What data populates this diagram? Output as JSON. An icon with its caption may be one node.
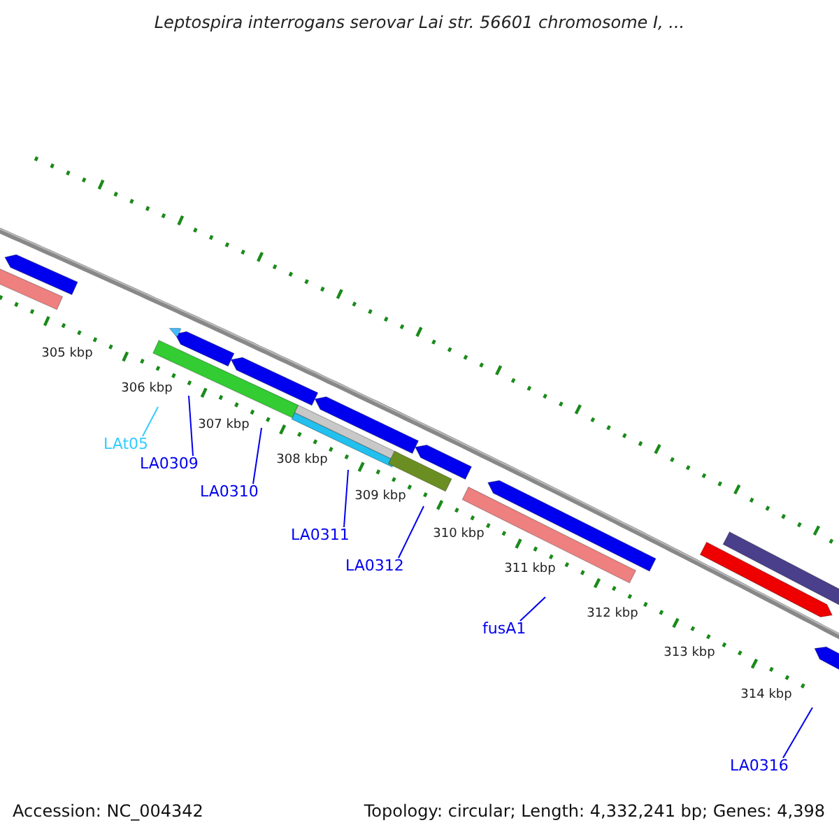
{
  "diagram": {
    "title": "Leptospira interrogans serovar Lai str. 56601 chromosome I, ...",
    "nodes": [
      {
        "text": [
          "LAt05"
        ]
      },
      {
        "text": [
          "LA0309"
        ]
      },
      {
        "text": [
          "LA0310"
        ]
      },
      {
        "text": [
          "LA0311"
        ]
      },
      {
        "text": [
          "LA0312"
        ]
      },
      {
        "text": [
          "fusA1"
        ]
      },
      {
        "text": [
          "LA0316"
        ]
      }
    ],
    "edges": [
      {
        "from": 0,
        "to": null,
        "arrow": "none",
        "color": "#33ccff"
      },
      {
        "from": 1,
        "to": null,
        "arrow": "none"
      },
      {
        "from": 2,
        "to": null,
        "arrow": "none"
      },
      {
        "from": 3,
        "to": null,
        "arrow": "none"
      },
      {
        "from": 4,
        "to": null,
        "arrow": "none"
      },
      {
        "from": 5,
        "to": null,
        "arrow": "none"
      },
      {
        "from": 6,
        "to": null,
        "arrow": "none"
      }
    ],
    "labels": [
      "305 kbp",
      "306 kbp",
      "307 kbp",
      "308 kbp",
      "309 kbp",
      "310 kbp",
      "311 kbp",
      "312 kbp",
      "313 kbp",
      "314 kbp",
      "Accession: NC_004342",
      "Topology: circular; Length: 4,332,241 bp; Genes: 4,398"
    ]
  }
}
